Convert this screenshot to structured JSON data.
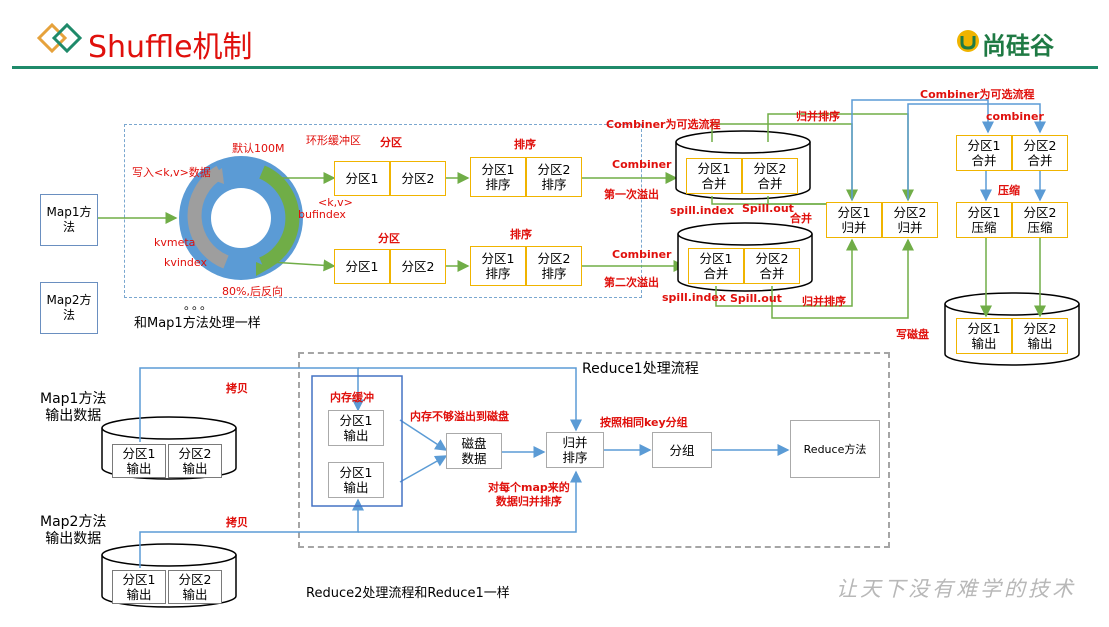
{
  "header": {
    "title": "Shuffle机制",
    "brand": "尚硅谷",
    "slogan": "让天下没有难学的技术"
  },
  "inputs": {
    "map1": "Map1方法",
    "map2": "Map2方法",
    "map2_same": "和Map1方法处理一样",
    "ellipsis": "。。。"
  },
  "ring": {
    "write": "写入<k,v>数据",
    "default": "默认100M",
    "buffer": "环形缓冲区",
    "kv": "<k,v>",
    "bufindex": "bufindex",
    "kvmeta": "kvmeta",
    "kvindex": "kvindex",
    "threshold": "80%,后反向"
  },
  "map_pipeline": {
    "partition_label": "分区",
    "sort_label": "排序",
    "p1": "分区1",
    "p2": "分区2",
    "p1_sort": "分区1\n排序",
    "p2_sort": "分区2\n排序",
    "combiner_opt": "Combiner为可选流程",
    "combiner": "Combiner",
    "spill1": "第一次溢出",
    "spill2": "第二次溢出",
    "spill_index": "spill.index",
    "spill_out": "Spill.out",
    "p1_merge": "分区1\n合并",
    "p2_merge": "分区2\n合并",
    "merge": "合并",
    "merge_sort": "归并排序",
    "p1_mergesorted": "分区1\n归并",
    "p2_mergesorted": "分区2\n归并",
    "combiner_opt2": "Combiner为可选流程",
    "combiner_lc": "combiner",
    "p1_combine": "分区1\n合并",
    "p2_combine": "分区2\n合并",
    "compress": "压缩",
    "p1_compress": "分区1\n压缩",
    "p2_compress": "分区2\n压缩",
    "write_disk": "写磁盘",
    "p1_out": "分区1\n输出",
    "p2_out": "分区2\n输出"
  },
  "reduce": {
    "title": "Reduce1处理流程",
    "map1_out": "Map1方法\n输出数据",
    "map2_out": "Map2方法\n输出数据",
    "p1_out": "分区1\n输出",
    "p2_out": "分区2\n输出",
    "copy": "拷贝",
    "mem_buffer": "内存缓冲",
    "mem_p1": "分区1\n输出",
    "mem_overflow": "内存不够溢出到磁盘",
    "disk_data": "磁盘\n数据",
    "merge_sort": "归并\n排序",
    "group_by_key": "按照相同key分组",
    "group": "分组",
    "reduce_method": "Reduce方法",
    "merge_each": "对每个map来的\n数据归并排序",
    "reduce2_same": "Reduce2处理流程和Reduce1一样"
  },
  "colors": {
    "red": "#e0100c",
    "green_arrow": "#70ad47",
    "blue_arrow": "#5b9bd5",
    "orange_box": "#f0b400",
    "ring_blue": "#5b9bd5"
  }
}
